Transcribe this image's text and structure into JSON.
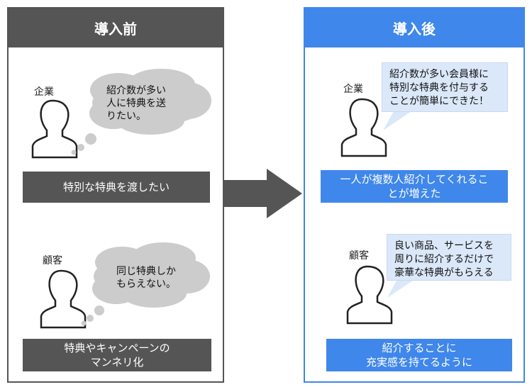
{
  "before": {
    "title": "導入前",
    "company": {
      "label": "企業",
      "thought": [
        "紹介数が多い",
        "人に特典を送",
        "りたい。"
      ],
      "caption": "特別な特典を渡したい"
    },
    "customer": {
      "label": "顧客",
      "thought": [
        "同じ特典しか",
        "もらえない。"
      ],
      "caption": [
        "特典やキャンペーンの",
        "マンネリ化"
      ]
    }
  },
  "after": {
    "title": "導入後",
    "company": {
      "label": "企業",
      "speech": [
        "紹介数が多い会員様に",
        "特別な特典を付与する",
        "ことが簡単にできた！"
      ],
      "caption": [
        "一人が複数人紹介してくれるこ",
        "とが増えた"
      ]
    },
    "customer": {
      "label": "顧客",
      "speech": [
        "良い商品、サービスを",
        "周りに紹介するだけで",
        "豪華な特典がもらえる"
      ],
      "caption": [
        "紹介することに",
        "充実感を持てるように"
      ]
    }
  },
  "colors": {
    "dark": "#555555",
    "blue": "#3f87ea",
    "cloud": "#cccccc",
    "speech": "#dbe8f9",
    "icon": "#222222"
  },
  "icons": [
    "person-icon",
    "thought-cloud",
    "speech-bubble",
    "right-arrow-icon"
  ]
}
